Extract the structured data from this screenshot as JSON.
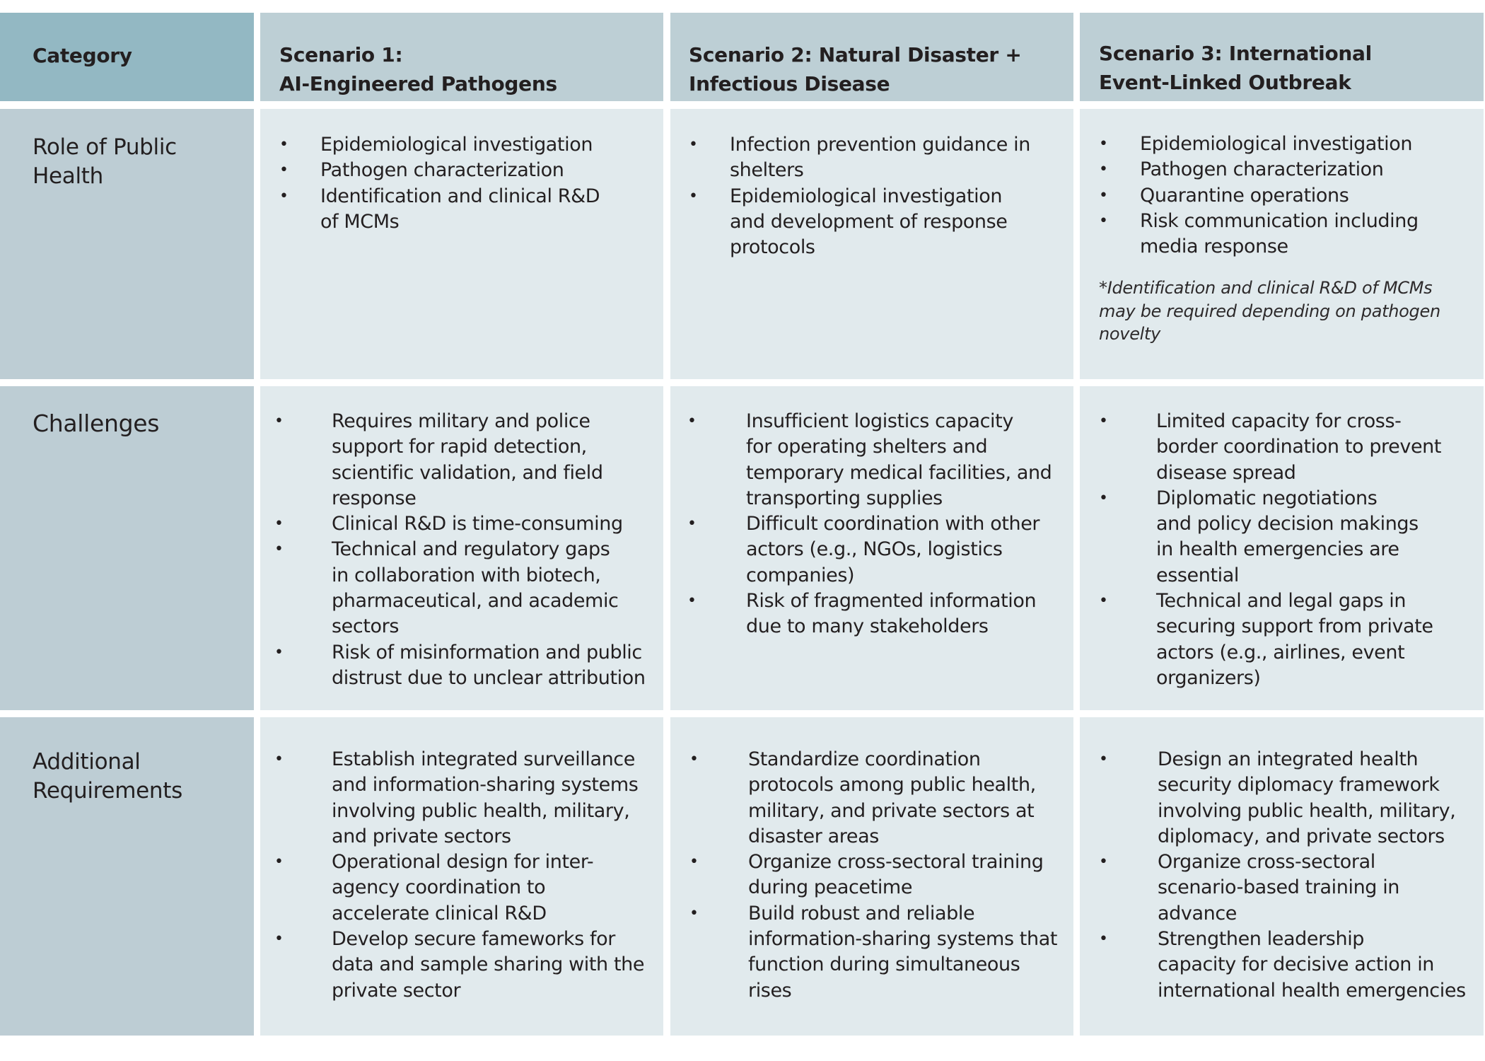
{
  "table": {
    "headers": {
      "category": "Category",
      "scenario1": [
        "Scenario 1:",
        "AI-Engineered Pathogens"
      ],
      "scenario2": [
        "Scenario 2: Natural Disaster +",
        "Infectious Disease"
      ],
      "scenario3": [
        "Scenario 3: International",
        "Event-Linked Outbreak"
      ]
    },
    "rows": [
      {
        "label": [
          "Role of Public",
          "Health"
        ],
        "scenario1": [
          [
            "Epidemiological investigation"
          ],
          [
            "Pathogen characterization"
          ],
          [
            "Identification and clinical R&D",
            "of MCMs"
          ]
        ],
        "scenario2": [
          [
            "Infection prevention guidance in",
            "shelters"
          ],
          [
            "Epidemiological investigation",
            "and development of response",
            "protocols"
          ]
        ],
        "scenario3": [
          [
            "Epidemiological investigation"
          ],
          [
            "Pathogen characterization"
          ],
          [
            "Quarantine operations"
          ],
          [
            "Risk communication including",
            "media response"
          ]
        ],
        "scenario3_note": [
          "*Identification and clinical R&D of MCMs",
          "may be required depending on pathogen",
          "novelty"
        ]
      },
      {
        "label": [
          "Challenges"
        ],
        "scenario1": [
          [
            "Requires military and police",
            "support for rapid detection,",
            "scientific validation, and field",
            "response"
          ],
          [
            "Clinical R&D is time-consuming"
          ],
          [
            "Technical and regulatory gaps",
            "in collaboration with biotech,",
            "pharmaceutical, and academic",
            "sectors"
          ],
          [
            "Risk of misinformation and public",
            "distrust due to unclear attribution"
          ]
        ],
        "scenario2": [
          [
            "Insufficient logistics capacity",
            "for operating shelters and",
            "temporary medical facilities, and",
            "transporting supplies"
          ],
          [
            "Difficult coordination with other",
            "actors (e.g., NGOs, logistics",
            "companies)"
          ],
          [
            "Risk of fragmented information",
            "due to many stakeholders"
          ]
        ],
        "scenario3": [
          [
            "Limited capacity for cross-",
            "border coordination to prevent",
            "disease spread"
          ],
          [
            "Diplomatic negotiations",
            "and policy decision makings",
            "in health emergencies are",
            "essential"
          ],
          [
            "Technical and legal gaps in",
            "securing support from private",
            "actors (e.g., airlines, event",
            "organizers)"
          ]
        ]
      },
      {
        "label": [
          "Additional",
          "Requirements"
        ],
        "scenario1": [
          [
            "Establish integrated surveillance",
            "and information-sharing systems",
            "involving public health, military,",
            "and private sectors"
          ],
          [
            "Operational design for inter-",
            "agency coordination to",
            "accelerate clinical R&D"
          ],
          [
            "Develop secure fameworks for",
            "data and sample sharing with the",
            "private sector"
          ]
        ],
        "scenario2": [
          [
            "Standardize coordination",
            "protocols among public health,",
            "military, and private sectors at",
            "disaster areas"
          ],
          [
            "Organize cross-sectoral training",
            "during peacetime"
          ],
          [
            "Build robust and reliable",
            "information-sharing systems that",
            "function during simultaneous",
            "rises"
          ]
        ],
        "scenario3": [
          [
            "Design an integrated health",
            "security diplomacy framework",
            "involving public health, military,",
            "diplomacy, and private sectors"
          ],
          [
            "Organize cross-sectoral",
            "scenario-based training in",
            "advance"
          ],
          [
            "Strengthen leadership",
            "capacity for decisive action in",
            "international health emergencies"
          ]
        ]
      }
    ],
    "bullet_glyph": "•"
  },
  "colors": {
    "category_header_bg": "#93b8c3",
    "scenario_header_bg": "#bdcfd5",
    "row_label_bg": "#bdcdd4",
    "body_cell_bg": "#e1eaed",
    "text": "#231f20"
  }
}
